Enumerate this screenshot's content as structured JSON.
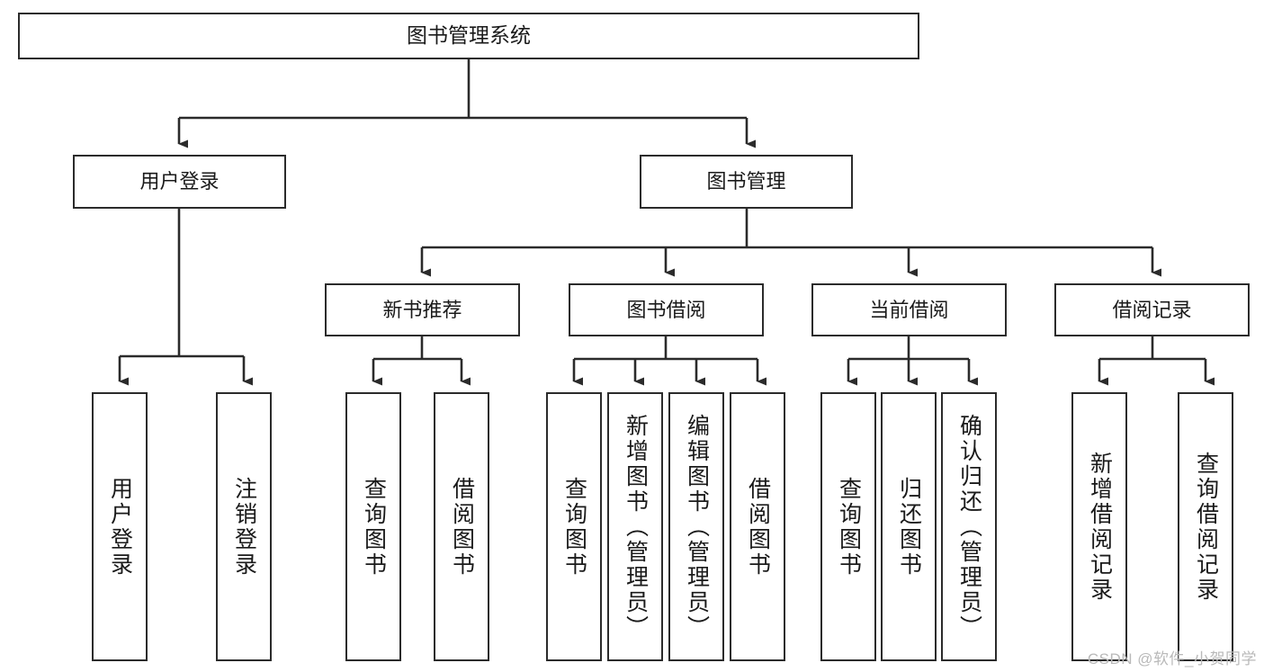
{
  "diagram": {
    "title": "图书管理系统",
    "type": "tree",
    "stroke_color": "#2b2b2b",
    "text_color": "#1a1a1a",
    "background_color": "#ffffff",
    "watermark": "CSDN @软件_小贺同学",
    "levels": {
      "root": {
        "label": "图书管理系统"
      },
      "level2": [
        {
          "label": "用户登录"
        },
        {
          "label": "图书管理"
        }
      ],
      "level3": [
        {
          "label": "新书推荐"
        },
        {
          "label": "图书借阅"
        },
        {
          "label": "当前借阅"
        },
        {
          "label": "借阅记录"
        }
      ],
      "leaves": [
        {
          "label": "用户登录",
          "parent": "用户登录"
        },
        {
          "label": "注销登录",
          "parent": "用户登录"
        },
        {
          "label": "查询图书",
          "parent": "新书推荐"
        },
        {
          "label": "借阅图书",
          "parent": "新书推荐"
        },
        {
          "label": "查询图书",
          "parent": "图书借阅"
        },
        {
          "label": "新增图书（管理员）",
          "parent": "图书借阅"
        },
        {
          "label": "编辑图书（管理员）",
          "parent": "图书借阅"
        },
        {
          "label": "借阅图书",
          "parent": "图书借阅"
        },
        {
          "label": "查询图书",
          "parent": "当前借阅"
        },
        {
          "label": "归还图书",
          "parent": "当前借阅"
        },
        {
          "label": "确认归还（管理员）",
          "parent": "当前借阅"
        },
        {
          "label": "新增借阅记录",
          "parent": "借阅记录"
        },
        {
          "label": "查询借阅记录",
          "parent": "借阅记录"
        }
      ]
    }
  }
}
